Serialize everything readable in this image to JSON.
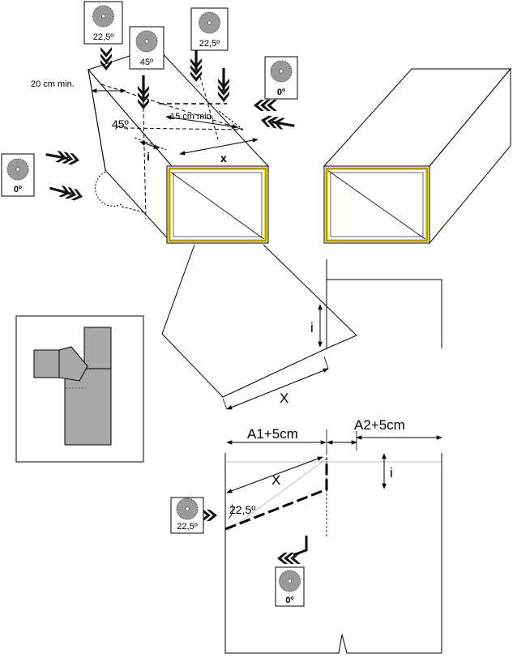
{
  "colors": {
    "duct_frame": "#f2e400",
    "disc_fill": "#9a9a9a",
    "elbow_fill": "#a8a8a8",
    "line": "#000000"
  },
  "saw_badges": {
    "top_left": "22,5º",
    "top_middle": "45º",
    "top_right": "22,5º",
    "right": "0º",
    "left": "0º",
    "bottom_left": "22,5º",
    "bottom_center": "0º"
  },
  "dimensions": {
    "min_20": "20 cm min.",
    "min_15": "15 cm min.",
    "angle_45": "45º",
    "i_top": "i",
    "x_top": "x",
    "i_mid": "i",
    "x_mid": "X",
    "a1": "A1+5cm",
    "a2": "A2+5cm",
    "i_bottom": "i",
    "x_bottom": "X",
    "angle_bottom": "22,5º"
  },
  "icons": {
    "saw": "circular-saw-blade-icon",
    "arrow": "feathered-cut-arrow-icon"
  }
}
